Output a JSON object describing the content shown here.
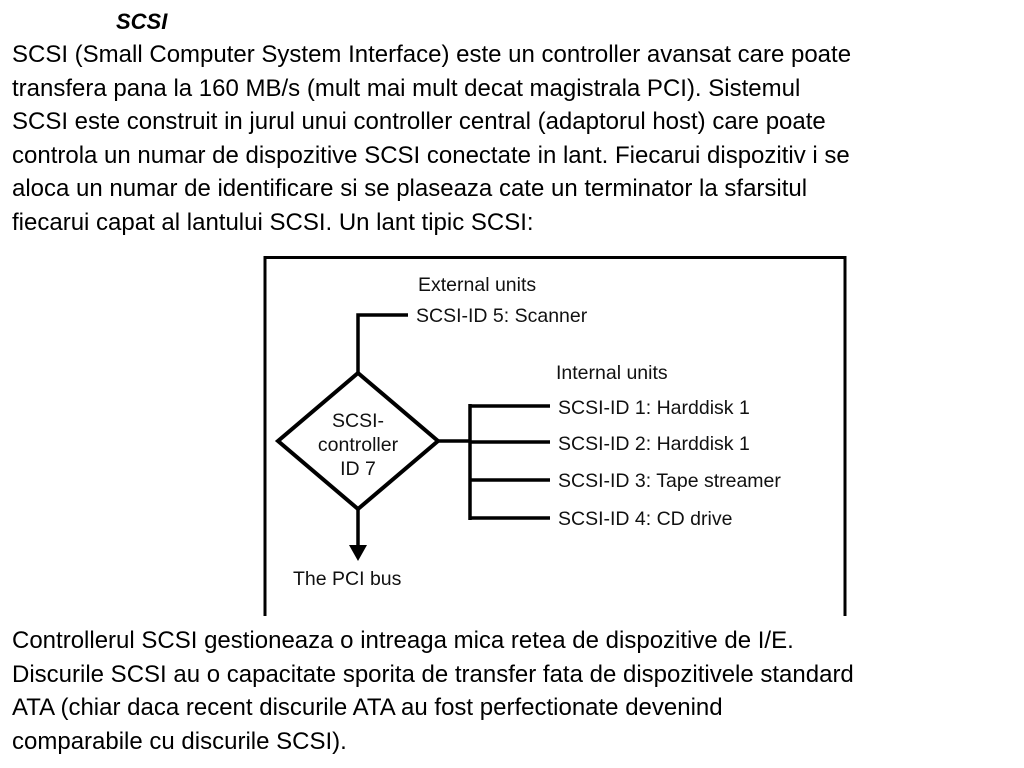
{
  "title": "SCSI",
  "intro_lines": [
    "SCSI (Small Computer System Interface)  este un controller avansat care poate",
    "transfera pana la 160 MB/s (mult mai mult decat magistrala PCI). Sistemul",
    "SCSI este construit in jurul unui controller central (adaptorul host) care poate",
    "controla un numar de dispozitive SCSI conectate in lant. Fiecarui dispozitiv i se",
    "aloca un numar de identificare si se plaseaza cate un terminator la sfarsitul",
    "fiecarui capat al lantului SCSI. Un lant tipic SCSI:"
  ],
  "diagram": {
    "external_header": "External units",
    "external_units": [
      "SCSI-ID 5: Scanner"
    ],
    "internal_header": "Internal units",
    "internal_units": [
      "SCSI-ID 1: Harddisk 1",
      "SCSI-ID 2: Harddisk 1",
      "SCSI-ID 3: Tape streamer",
      "SCSI-ID 4: CD drive"
    ],
    "controller_lines": [
      "SCSI-",
      "controller",
      "ID 7"
    ],
    "bus_label": "The PCI bus"
  },
  "outro_lines": [
    "Controllerul SCSI gestioneaza o intreaga mica retea de dispozitive de I/E.",
    "Discurile SCSI au o capacitate sporita de transfer fata de dispozitivele standard",
    "ATA (chiar daca recent discurile ATA au fost perfectionate devenind",
    "comparabile cu discurile SCSI)."
  ]
}
